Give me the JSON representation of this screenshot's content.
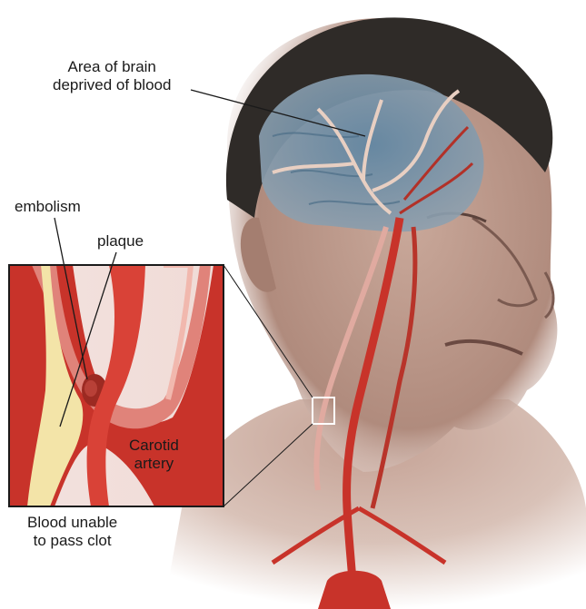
{
  "labels": {
    "brain_line1": "Area of brain",
    "brain_line2": "deprived of blood",
    "embolism": "embolism",
    "plaque": "plaque",
    "carotid_line1": "Carotid",
    "carotid_line2": "artery",
    "blood_line1": "Blood unable",
    "blood_line2": "to pass clot"
  },
  "colors": {
    "skin": "#b8968a",
    "hair": "#2f2b28",
    "brain": "#6f8aa0",
    "artery": "#c8332a",
    "artery_light": "#e0837a",
    "plaque": "#f3e4a8",
    "vein_light": "#e7c1b3"
  }
}
